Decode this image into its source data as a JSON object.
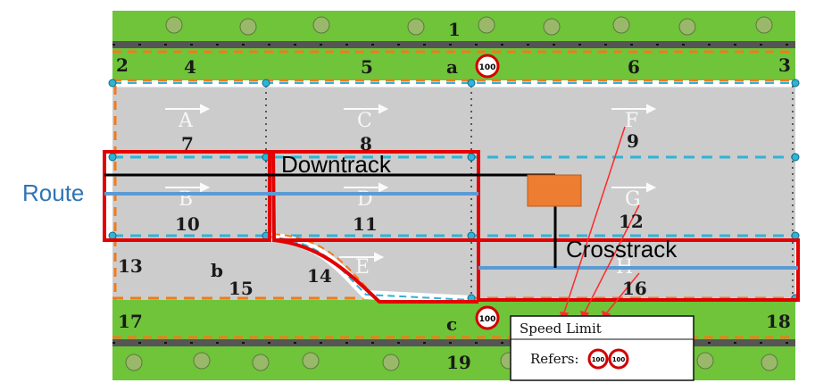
{
  "colors": {
    "grass": "#6fc43a",
    "road": "#cccccc",
    "lane_line_white": "#ffffff",
    "dash_orange": "#f07a1e",
    "dash_blue": "#2eb4d6",
    "highlight_red": "#e30000",
    "route_blue": "#5b9bd5",
    "vehicle": "#ed7d31",
    "pavement_dark": "#555555",
    "text": "#1a1a1a"
  },
  "labels": {
    "n1": "1",
    "n2": "2",
    "n3": "3",
    "n4": "4",
    "n5": "5",
    "n6": "6",
    "n7": "7",
    "n8": "8",
    "n9": "9",
    "n10": "10",
    "n11": "11",
    "n12": "12",
    "n13": "13",
    "n14": "14",
    "n15": "15",
    "n16": "16",
    "n17": "17",
    "n18": "18",
    "n19": "19",
    "a": "a",
    "b": "b",
    "c": "c"
  },
  "lane_letters": {
    "A": "A",
    "B": "B",
    "C": "C",
    "D": "D",
    "E": "E",
    "F": "F",
    "G": "G",
    "H": "H"
  },
  "speed_signs": {
    "top": "100",
    "bottom": "100",
    "legend_1": "100",
    "legend_2": "100"
  },
  "callouts": {
    "route": "Route",
    "downtrack": "Downtrack",
    "crosstrack": "Crosstrack"
  },
  "legend": {
    "title": "Speed Limit",
    "refers": "Refers:"
  },
  "icons": [
    "tree-icon",
    "speed-limit-sign-icon",
    "vehicle-icon"
  ]
}
